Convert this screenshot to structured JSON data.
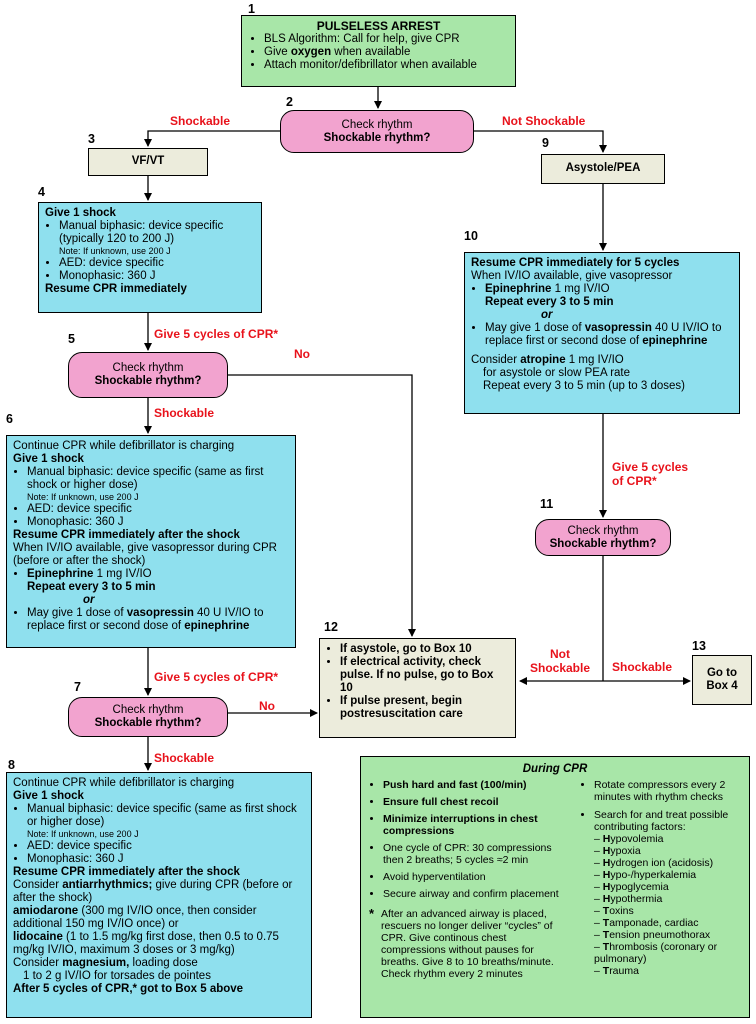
{
  "numbers": {
    "n1": "1",
    "n2": "2",
    "n3": "3",
    "n4": "4",
    "n5": "5",
    "n6": "6",
    "n7": "7",
    "n8": "8",
    "n9": "9",
    "n10": "10",
    "n11": "11",
    "n12": "12",
    "n13": "13"
  },
  "labels": {
    "shockable": "Shockable",
    "not_shockable": "Not Shockable",
    "no": "No",
    "give5_cpr": "Give 5 cycles of CPR*",
    "give5_a": "Give 5 cycles",
    "give5_b": "of CPR*",
    "not": "Not",
    "shockable2": "Shockable"
  },
  "box1": {
    "title": "PULSELESS ARREST",
    "l1": "BLS Algorithm: Call for help, give CPR",
    "l2a": "Give ",
    "l2b": "oxygen",
    "l2c": " when available",
    "l3": "Attach monitor/defibrillator when available"
  },
  "check": {
    "a": "Check rhythm",
    "b": "Shockable rhythm?"
  },
  "box3": "VF/VT",
  "box9": "Asystole/PEA",
  "box4": {
    "title": "Give 1 shock",
    "l1": "Manual biphasic: device specific (typically 120 to 200 J)",
    "note": "Note: If unknown, use 200 J",
    "l2": "AED: device specific",
    "l3": "Monophasic: 360 J",
    "end": "Resume CPR immediately"
  },
  "box6": {
    "l0": "Continue CPR while defibrillator is charging",
    "title": "Give 1 shock",
    "l1": "Manual biphasic: device specific (same as first shock or higher dose)",
    "note": "Note: If unknown, use 200 J",
    "l2": "AED: device specific",
    "l3": "Monophasic: 360 J",
    "resume": "Resume CPR immediately after the shock",
    "l4": "When IV/IO available, give vasopressor during CPR (before or after the shock)",
    "epi_a": "Epinephrine",
    "epi_b": " 1 mg IV/IO",
    "repeat": "Repeat every 3 to 5 min",
    "or": "or",
    "vaso_a": "May give 1 dose of ",
    "vaso_b": "vasopressin",
    "vaso_c": " 40 U IV/IO to replace first or second dose of ",
    "vaso_d": "epinephrine"
  },
  "box8": {
    "l0": "Continue CPR while defibrillator is charging",
    "title": "Give 1 shock",
    "l1": "Manual biphasic: device specific (same as first shock or higher dose)",
    "note": "Note: If unknown, use 200 J",
    "l2": "AED: device specific",
    "l3": "Monophasic: 360 J",
    "resume": "Resume CPR immediately after the shock",
    "c1a": "Consider ",
    "c1b": "antiarrhythmics;",
    "c1c": " give during CPR (before or after the shock)",
    "amio_a": "amiodarone",
    "amio_b": " (300 mg IV/IO once, then consider additional 150 mg IV/IO once) or",
    "lido_a": "lidocaine",
    "lido_b": " (1 to 1.5 mg/kg first dose, then 0.5 to 0.75 mg/kg IV/IO, maximum 3 doses or 3 mg/kg)",
    "mag_a": "Consider ",
    "mag_b": "magnesium,",
    "mag_c": " loading dose",
    "mag_d": "1 to 2 g IV/IO for torsades de pointes",
    "end": "After 5 cycles of CPR,* got to Box 5 above"
  },
  "box10": {
    "title": "Resume CPR immediately for 5 cycles",
    "l0": "When IV/IO available, give vasopressor",
    "epi_a": "Epinephrine",
    "epi_b": " 1 mg IV/IO",
    "repeat": "Repeat every 3 to 5 min",
    "or": "or",
    "vaso_a": "May give 1 dose of ",
    "vaso_b": "vasopressin",
    "vaso_c": " 40 U IV/IO to replace first or second dose of ",
    "vaso_d": "epinephrine",
    "atro_a": "Consider ",
    "atro_b": "atropine",
    "atro_c": " 1 mg IV/IO",
    "atro_d": "for asystole or slow PEA rate",
    "atro_e": "Repeat every 3 to 5 min (up to 3 doses)"
  },
  "box12": {
    "l1": "If asystole, go to Box 10",
    "l2": "If electrical activity, check pulse. If no pulse, go to Box 10",
    "l3": "If pulse present, begin postresuscitation care"
  },
  "box13": "Go to Box 4",
  "during": {
    "title": "During CPR",
    "left": [
      "Push hard and fast (100/min)",
      "Ensure full chest recoil",
      "Minimize interruptions in chest compressions"
    ],
    "left2": [
      "One cycle of CPR: 30 compressions then 2 breaths; 5 cycles ≈2 min",
      "Avoid hyperventilation",
      "Secure airway and confirm placement"
    ],
    "star": "*",
    "star_text": "After an advanced airway is placed, rescuers no longer deliver “cycles” of CPR. Give continous chest compressions without pauses for breaths. Give 8 to 10 breaths/minute. Check rhythm every 2 minutes",
    "right1": "Rotate compressors every 2 minutes with rhythm checks",
    "right2": "Search for and treat possible contributing factors:",
    "factors": [
      {
        "b": "H",
        "r": "ypovolemia"
      },
      {
        "b": "H",
        "r": "ypoxia"
      },
      {
        "b": "H",
        "r": "ydrogen ion (acidosis)"
      },
      {
        "b": "H",
        "r": "ypo-/hyperkalemia"
      },
      {
        "b": "H",
        "r": "ypoglycemia"
      },
      {
        "b": "H",
        "r": "ypothermia"
      },
      {
        "b": "T",
        "r": "oxins"
      },
      {
        "b": "T",
        "r": "amponade, cardiac"
      },
      {
        "b": "T",
        "r": "ension pneumothorax"
      },
      {
        "b": "T",
        "r": "hrombosis (coronary or pulmonary)"
      },
      {
        "b": "T",
        "r": "rauma"
      }
    ]
  }
}
